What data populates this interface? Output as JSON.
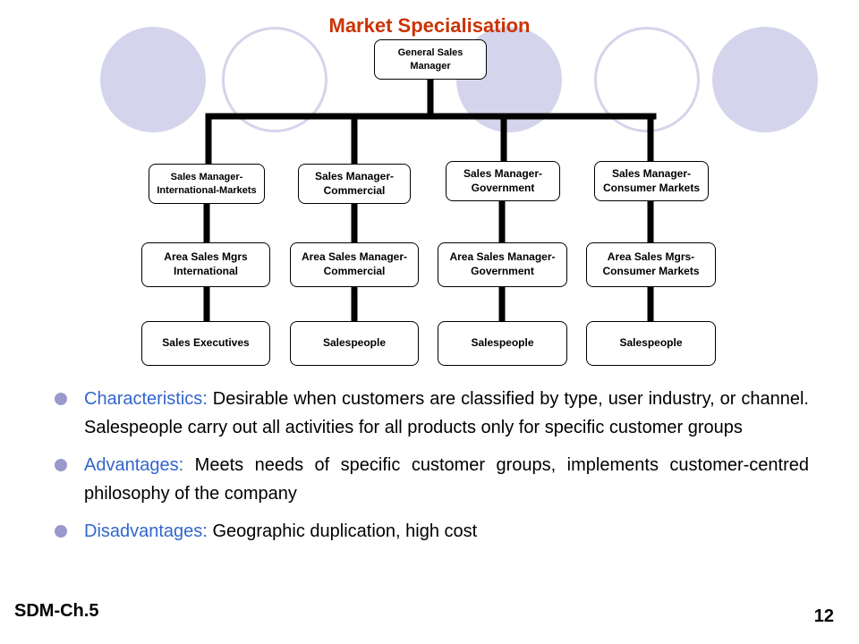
{
  "title": "Market Specialisation",
  "org_chart": {
    "root": "General Sales Manager",
    "branches": [
      {
        "manager": "Sales Manager-International-Markets",
        "area": "Area Sales Mgrs International",
        "staff": "Sales Executives"
      },
      {
        "manager": "Sales Manager-Commercial",
        "area": "Area Sales Manager-Commercial",
        "staff": "Salespeople"
      },
      {
        "manager": "Sales Manager-Government",
        "area": "Area Sales Manager-Government",
        "staff": "Salespeople"
      },
      {
        "manager": "Sales Manager-Consumer Markets",
        "area": "Area Sales Mgrs-Consumer Markets",
        "staff": "Salespeople"
      }
    ]
  },
  "bullets": [
    {
      "key": "Characteristics:",
      "text": "Desirable when customers are classified by type, user industry, or channel. Salespeople carry out all activities for all products only for specific customer groups"
    },
    {
      "key": "Advantages:",
      "text": "Meets needs of specific customer groups, implements customer-centred philosophy of the company"
    },
    {
      "key": "Disadvantages:",
      "text": "Geographic duplication, high cost"
    }
  ],
  "footer": {
    "left": "SDM-Ch.5",
    "page_number": "12"
  },
  "colors": {
    "title": "#cc3300",
    "bullet_key": "#3366cc",
    "bullet_dot": "#9999cc",
    "decor_circle": "#d4d4ec"
  }
}
